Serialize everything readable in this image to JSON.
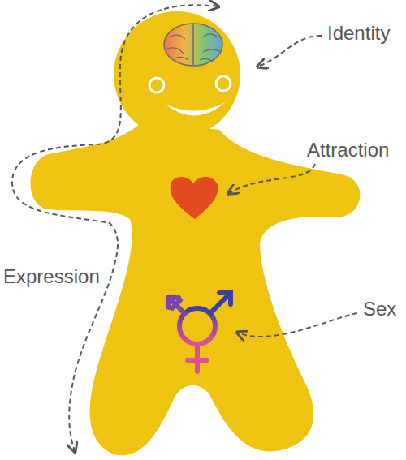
{
  "diagram": {
    "labels": [
      "Identity",
      "Attraction",
      "Expression",
      "Sex"
    ]
  }
}
